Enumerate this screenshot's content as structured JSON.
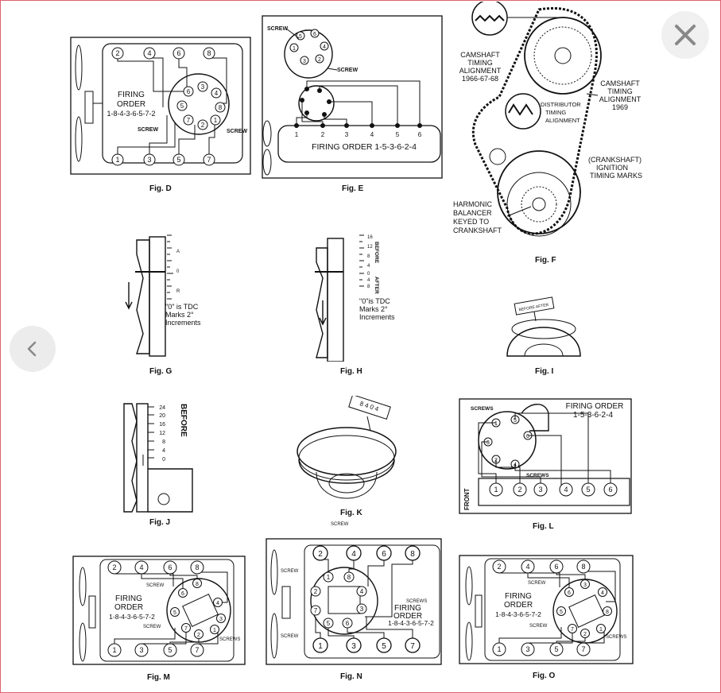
{
  "nav": {
    "close_icon": "close-icon",
    "prev_icon": "chevron-left-icon"
  },
  "figD": {
    "caption": "Fig. D",
    "top_cyls": [
      "2",
      "4",
      "6",
      "8"
    ],
    "bottom_cyls": [
      "1",
      "3",
      "5",
      "7"
    ],
    "cap_nums": [
      "6",
      "3",
      "4",
      "5",
      "8",
      "7",
      "2",
      "1"
    ],
    "firing_label": "FIRING",
    "order_label": "ORDER",
    "order_seq": "1-8-4-3-6-5-7-2",
    "screw1": "SCREW",
    "screw2": "SCREW"
  },
  "figE": {
    "caption": "Fig. E",
    "screw_top": "SCREW",
    "screw_right": "SCREW",
    "cap_nums": [
      "5",
      "6",
      "1",
      "3",
      "4",
      "2"
    ],
    "cyls": [
      "1",
      "2",
      "3",
      "4",
      "5",
      "6"
    ],
    "firing_text": "FIRING ORDER  1-5-3-6-2-4"
  },
  "figF": {
    "caption": "Fig. F",
    "cam_label_1": [
      "CAMSHAFT",
      "TIMING",
      "ALIGNMENT",
      "1966-67-68"
    ],
    "cam_label_2": [
      "CAMSHAFT",
      "TIMING",
      "ALIGNMENT",
      "1969"
    ],
    "dist_label": [
      "DISTRIBUTOR",
      "TIMING",
      "ALIGNMENT"
    ],
    "crank_label": [
      "(CRANKSHAFT)",
      "IGNITION",
      "TIMING MARKS"
    ],
    "balancer_label": [
      "HARMONIC",
      "BALANCER",
      "KEYED TO",
      "CRANKSHAFT"
    ]
  },
  "figG": {
    "caption": "Fig. G",
    "scale_labels": [
      "A",
      "0",
      "R"
    ],
    "note": [
      "\"0\" is TDC",
      "Marks 2°",
      "Increments"
    ]
  },
  "figH": {
    "caption": "Fig. H",
    "scale_labels": [
      "16",
      "12",
      "8",
      "4",
      "0",
      "4",
      "8"
    ],
    "before": "BEFORE",
    "after": "AFTER",
    "note": [
      "\"0\"is TDC",
      "Marks 2°",
      "Increments"
    ]
  },
  "figI": {
    "caption": "Fig. I",
    "tab_text": "BEFORE  AFTER"
  },
  "figJ": {
    "caption": "Fig. J",
    "scale_labels": [
      "24",
      "20",
      "16",
      "12",
      "8",
      "4",
      "0"
    ],
    "before": "BEFORE"
  },
  "figK": {
    "caption": "Fig. K",
    "tab_text": "8 4 0 4",
    "below": "SCREW"
  },
  "figL": {
    "caption": "Fig. L",
    "firing_title": "FIRING ORDER",
    "firing_seq": "1-5-3-6-2-4",
    "screws_top": "SCREWS",
    "screws_bottom": "SCREWS",
    "front": "FRONT",
    "cap_nums": [
      "1",
      "5",
      "3",
      "6",
      "2",
      "4"
    ],
    "cyls": [
      "1",
      "2",
      "3",
      "4",
      "5",
      "6"
    ]
  },
  "figM": {
    "caption": "Fig.  M",
    "top_cyls": [
      "2",
      "4",
      "6",
      "8"
    ],
    "bottom_cyls": [
      "1",
      "3",
      "5",
      "7"
    ],
    "cap_nums": [
      "6",
      "8",
      "4",
      "3",
      "5",
      "7",
      "2",
      "1"
    ],
    "firing_label": "FIRING",
    "order_label": "ORDER",
    "order_seq": "1-8-4-3-6-5-7-2",
    "screw1": "SCREW",
    "screw2": "SCREW",
    "screws": "SCREWS"
  },
  "figN": {
    "caption": "Fig.  N",
    "top_cyls": [
      "2",
      "4",
      "6",
      "8"
    ],
    "bottom_cyls": [
      "1",
      "3",
      "5",
      "7"
    ],
    "cap_nums": [
      "1",
      "8",
      "2",
      "4",
      "7",
      "3",
      "5",
      "6"
    ],
    "screw1": "SCREW",
    "screw2": "SCREW",
    "screws": "SCREWS",
    "firing_label": "FIRING",
    "order_label": "ORDER",
    "order_seq": "1-8-4-3-6-5-7-2"
  },
  "figO": {
    "caption": "Fig.  O",
    "top_cyls": [
      "2",
      "4",
      "6",
      "8"
    ],
    "bottom_cyls": [
      "1",
      "3",
      "5",
      "7"
    ],
    "cap_nums": [
      "6",
      "3",
      "4",
      "5",
      "8",
      "7",
      "2",
      "1"
    ],
    "firing_label": "FIRING",
    "order_label": "ORDER",
    "order_seq": "1-8-4-3-6-5-7-2",
    "screw1": "SCREW",
    "screw2": "SCREW",
    "screws": "SCREWS"
  }
}
